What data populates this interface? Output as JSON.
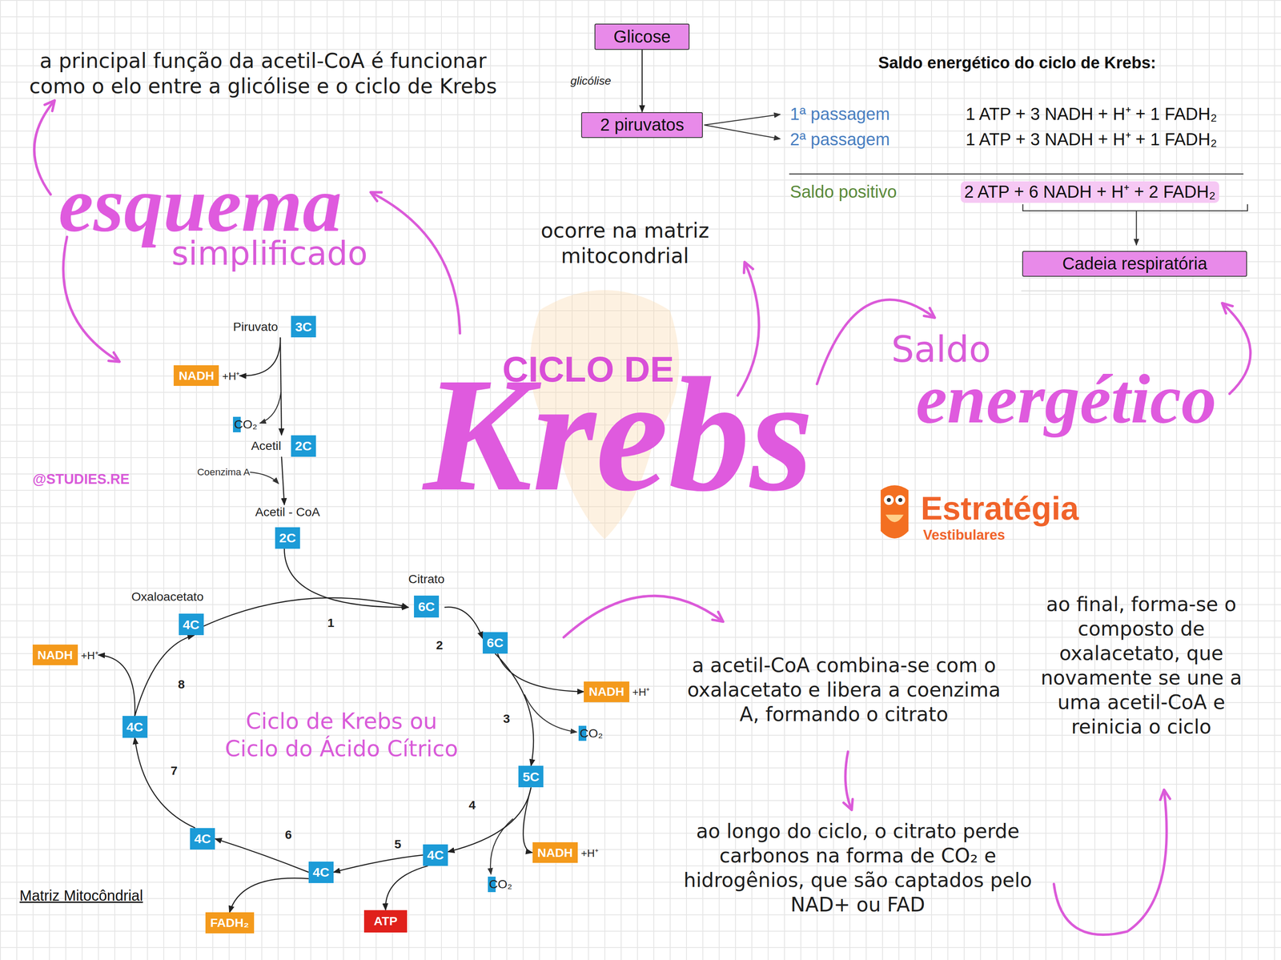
{
  "diagram": {
    "nodes": [
      {
        "text": [
          "Glicose"
        ]
      },
      {
        "text": [
          "2 piruvatos"
        ]
      },
      {
        "text": [
          "Cadeia respiratória"
        ]
      },
      {
        "text": [
          "Piruvato",
          "3C"
        ]
      },
      {
        "text": [
          "Acetil",
          "2C"
        ]
      },
      {
        "text": [
          "Acetil - CoA",
          "2C"
        ]
      },
      {
        "text": [
          "Citrato",
          "6C"
        ]
      },
      {
        "text": [
          "6C"
        ]
      },
      {
        "text": [
          "5C"
        ]
      },
      {
        "text": [
          "4C"
        ]
      },
      {
        "text": [
          "4C"
        ]
      },
      {
        "text": [
          "4C"
        ]
      },
      {
        "text": [
          "4C"
        ]
      },
      {
        "text": [
          "Oxaloacetato",
          "4C"
        ]
      },
      {
        "text": [
          "NADH",
          "+H⁺"
        ]
      },
      {
        "text": [
          "NADH",
          "+H⁺"
        ]
      },
      {
        "text": [
          "NADH",
          "+H⁺"
        ]
      },
      {
        "text": [
          "NADH",
          "+H⁺"
        ]
      },
      {
        "text": [
          "ATP"
        ]
      },
      {
        "text": [
          "FADH₂"
        ]
      }
    ],
    "edges": [
      {
        "from": 0,
        "to": 1,
        "arrow": "to",
        "label": "glicólise"
      },
      {
        "from": 3,
        "to": 4,
        "arrow": "to"
      },
      {
        "from": 3,
        "to": 14,
        "arrow": "to"
      },
      {
        "from": 4,
        "to": 5,
        "arrow": "to"
      },
      {
        "from": 5,
        "to": 6,
        "arrow": "to"
      },
      {
        "from": 13,
        "to": 6,
        "arrow": "to",
        "label": "1"
      },
      {
        "from": 6,
        "to": 7,
        "arrow": "to",
        "label": "2"
      },
      {
        "from": 7,
        "to": 8,
        "arrow": "to",
        "label": "3"
      },
      {
        "from": 7,
        "to": 15,
        "arrow": "to"
      },
      {
        "from": 8,
        "to": 9,
        "arrow": "to",
        "label": "4"
      },
      {
        "from": 8,
        "to": 16,
        "arrow": "to"
      },
      {
        "from": 9,
        "to": 10,
        "arrow": "to",
        "label": "5"
      },
      {
        "from": 9,
        "to": 18,
        "arrow": "to"
      },
      {
        "from": 10,
        "to": 11,
        "arrow": "to",
        "label": "6"
      },
      {
        "from": 10,
        "to": 19,
        "arrow": "to"
      },
      {
        "from": 11,
        "to": 12,
        "arrow": "to",
        "label": "7"
      },
      {
        "from": 12,
        "to": 13,
        "arrow": "to",
        "label": "8"
      },
      {
        "from": 12,
        "to": 17,
        "arrow": "to"
      }
    ],
    "labels": [
      "a principal função da acetil-CoA é funcionar como o elo entre a glicólise e o ciclo de Krebs",
      "esquema",
      "simplificado",
      "ocorre na matriz mitocondrial",
      "Saldo energético do ciclo de Krebs:",
      "1ª passagem",
      "1 ATP + 3 NADH + H⁺ + 1 FADH₂",
      "2ª passagem",
      "1 ATP + 3 NADH + H⁺ + 1 FADH₂",
      "Saldo positivo",
      "2 ATP + 6 NADH + H⁺ + 2 FADH₂",
      "CICLO DE",
      "Krebs",
      "Saldo",
      "energético",
      "@STUDIES.RE",
      "Coenzima A",
      "CO₂",
      "Estratégia",
      "Vestibulares",
      "CO₂",
      "Ciclo de Krebs ou Ciclo do Ácido Cítrico",
      "a acetil-CoA combina-se com o oxalacetato e libera a coenzima A, formando o citrato",
      "ao final, forma-se o composto de oxalacetato, que novamente se une a uma acetil-CoA e reinicia o ciclo",
      "CO₂",
      "ao longo do ciclo, o citrato perde carbonos na forma de CO₂ e hidrogênios, que são captados pelo NAD+ ou FAD",
      "Matriz Mitocôndrial"
    ]
  }
}
